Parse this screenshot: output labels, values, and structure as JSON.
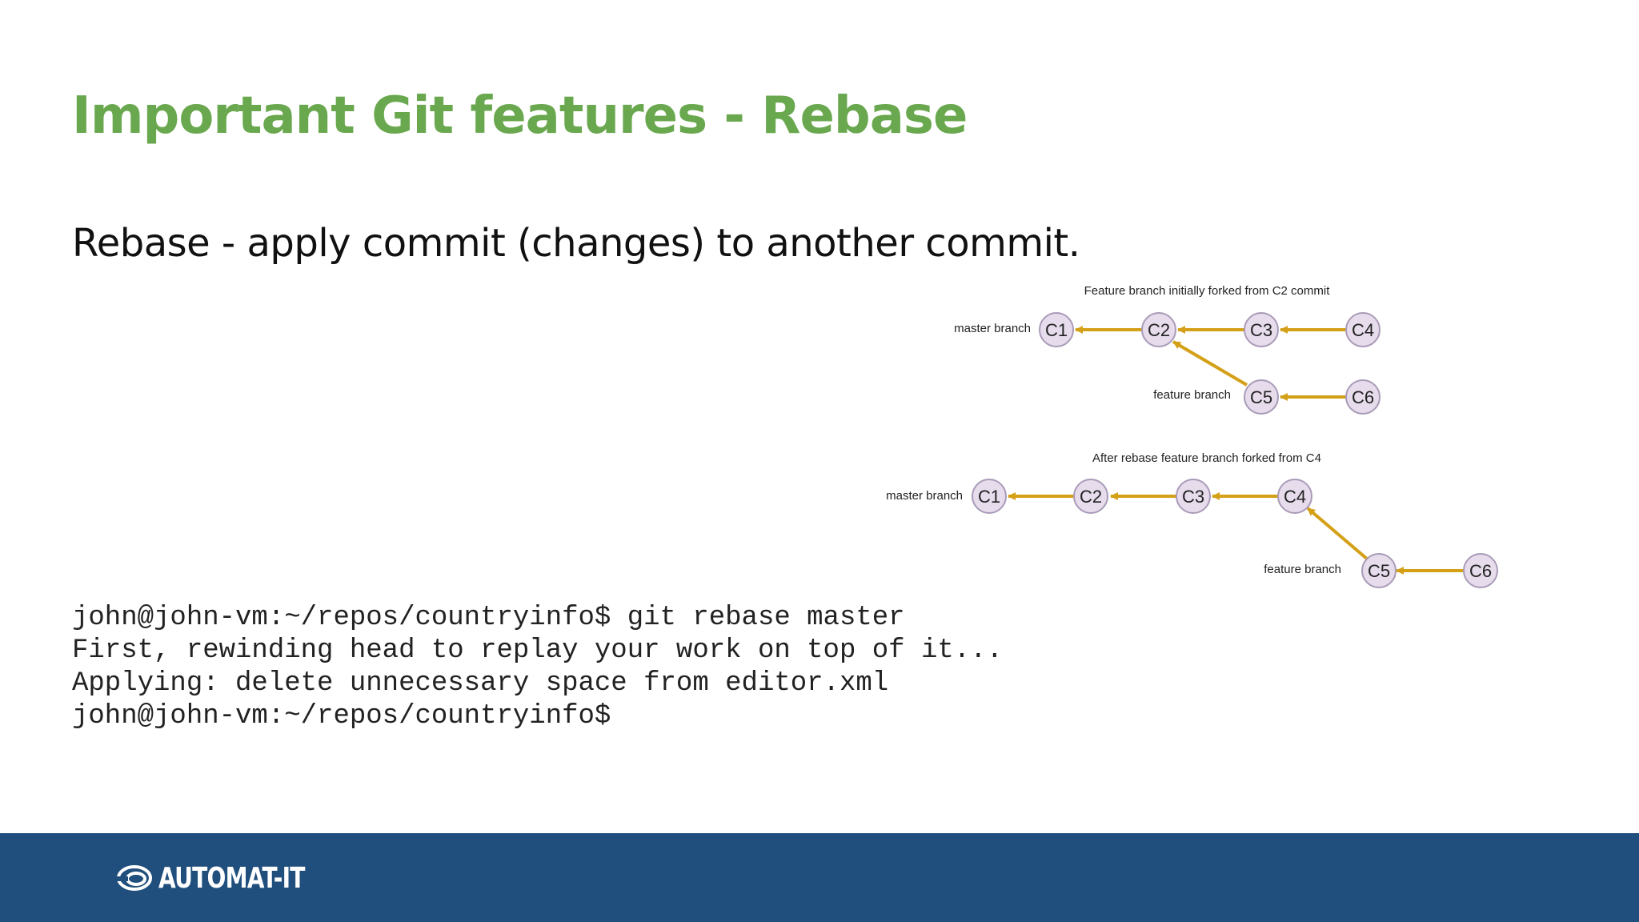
{
  "slide": {
    "title": "Important Git features - Rebase",
    "subtitle": "Rebase - apply commit (changes) to another commit."
  },
  "colors": {
    "title": "#6aa84f",
    "footer": "#214f7d",
    "edge": "#d4a017",
    "node_fill": "#e6dcec",
    "node_stroke": "#a99bb8"
  },
  "diagram_top": {
    "caption": "Feature branch initially forked from C2 commit",
    "master_label": "master branch",
    "feature_label": "feature branch",
    "master_commits": [
      "C1",
      "C2",
      "C3",
      "C4"
    ],
    "feature_commits": [
      "C5",
      "C6"
    ],
    "fork_from": "C2"
  },
  "diagram_bottom": {
    "caption": "After rebase feature branch forked from C4",
    "master_label": "master branch",
    "feature_label": "feature branch",
    "master_commits": [
      "C1",
      "C2",
      "C3",
      "C4"
    ],
    "feature_commits": [
      "C5",
      "C6"
    ],
    "fork_from": "C4"
  },
  "terminal": {
    "lines": [
      "john@john-vm:~/repos/countryinfo$ git rebase master",
      "First, rewinding head to replay your work on top of it...",
      "Applying: delete unnecessary space from editor.xml",
      "john@john-vm:~/repos/countryinfo$"
    ]
  },
  "footer": {
    "logo_text": "AUTOMAT-IT",
    "logo_icon": "automat-it-logo-icon"
  }
}
